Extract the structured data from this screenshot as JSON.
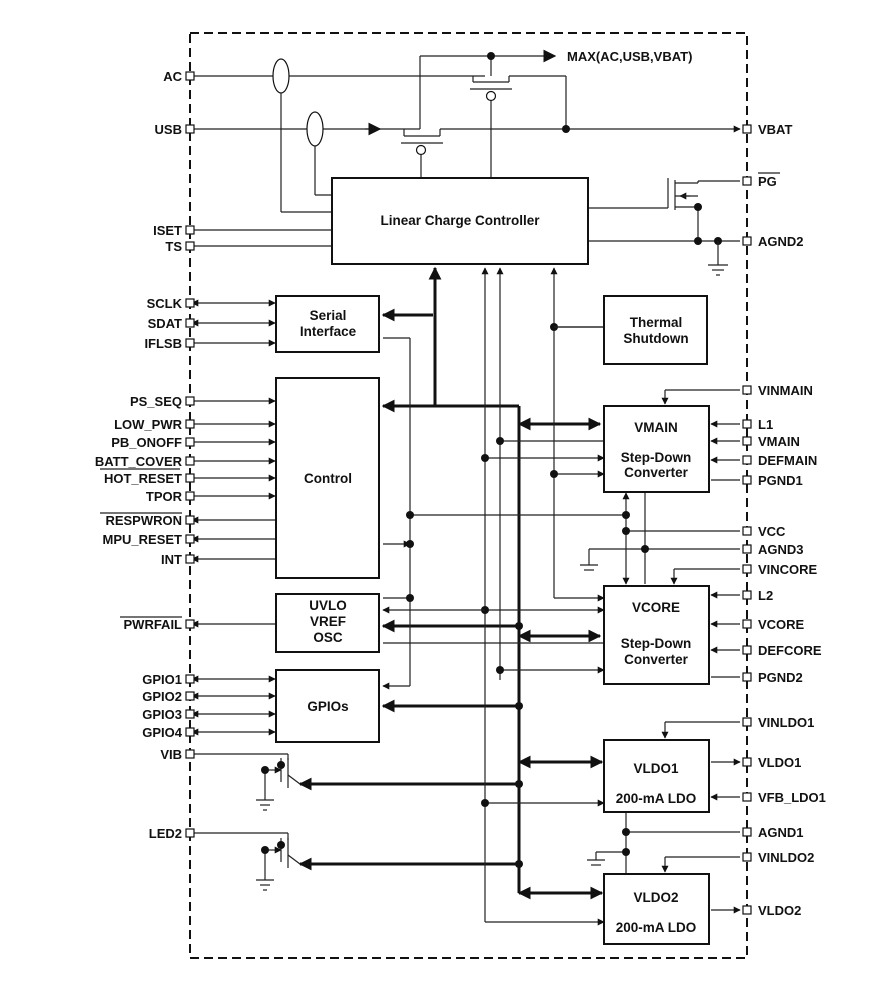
{
  "blocks": {
    "charge": "Linear Charge Controller",
    "serial": [
      "Serial",
      "Interface"
    ],
    "thermal": [
      "Thermal",
      "Shutdown"
    ],
    "control": "Control",
    "uvlo": [
      "UVLO",
      "VREF",
      "OSC"
    ],
    "gpios": "GPIOs",
    "vmain": [
      "VMAIN",
      "Step-Down",
      "Converter"
    ],
    "vcore": [
      "VCORE",
      "Step-Down",
      "Converter"
    ],
    "vldo1": [
      "VLDO1",
      "200-mA LDO"
    ],
    "vldo2": [
      "VLDO2",
      "200-mA LDO"
    ]
  },
  "max_label": "MAX(AC,USB,VBAT)",
  "left_pins": {
    "ac": "AC",
    "usb": "USB",
    "iset": "ISET",
    "ts": "TS",
    "sclk": "SCLK",
    "sdat": "SDAT",
    "iflsb": "IFLSB",
    "ps_seq": "PS_SEQ",
    "low_pwr": "LOW_PWR",
    "pb_onoff": "PB_ONOFF",
    "batt_cover": "BATT_COVER",
    "hot_reset": "HOT_RESET",
    "tpor": "TPOR",
    "respwron": "RESPWRON",
    "mpu_reset": "MPU_RESET",
    "int": "INT",
    "pwrfail": "PWRFAIL",
    "gpio1": "GPIO1",
    "gpio2": "GPIO2",
    "gpio3": "GPIO3",
    "gpio4": "GPIO4",
    "vib": "VIB",
    "led2": "LED2"
  },
  "right_pins": {
    "vbat": "VBAT",
    "pg": "PG",
    "agnd2": "AGND2",
    "vinmain": "VINMAIN",
    "l1": "L1",
    "vmain": "VMAIN",
    "defmain": "DEFMAIN",
    "pgnd1": "PGND1",
    "vcc": "VCC",
    "agnd3": "AGND3",
    "vincore": "VINCORE",
    "l2": "L2",
    "vcore": "VCORE",
    "defcore": "DEFCORE",
    "pgnd2": "PGND2",
    "vinldo1": "VINLDO1",
    "vldo1": "VLDO1",
    "vfb_ldo1": "VFB_LDO1",
    "agnd1": "AGND1",
    "vinldo2": "VINLDO2",
    "vldo2": "VLDO2"
  }
}
